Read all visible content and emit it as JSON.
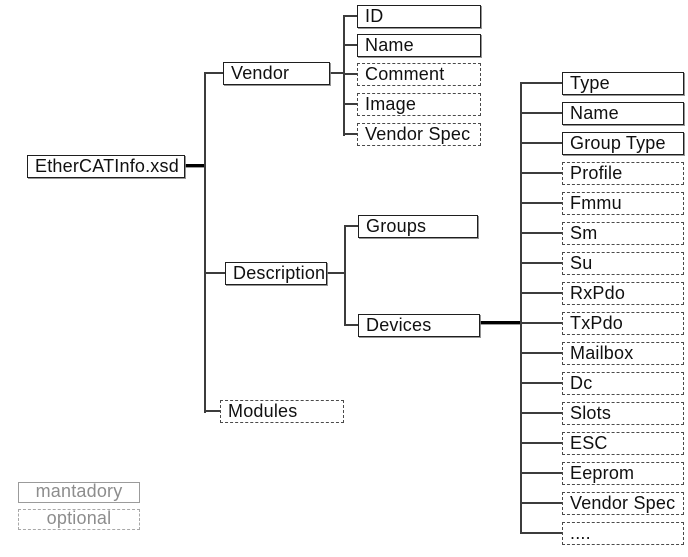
{
  "tree": {
    "root": {
      "label": "EtherCATInfo.xsd",
      "optional": false
    },
    "children": [
      {
        "label": "Vendor",
        "optional": false,
        "children": [
          {
            "label": "ID",
            "optional": false
          },
          {
            "label": "Name",
            "optional": false
          },
          {
            "label": "Comment",
            "optional": true
          },
          {
            "label": "Image",
            "optional": true
          },
          {
            "label": "Vendor Spec",
            "optional": true
          }
        ]
      },
      {
        "label": "Description",
        "optional": false,
        "children": [
          {
            "label": "Groups",
            "optional": false
          },
          {
            "label": "Devices",
            "optional": false,
            "children": [
              {
                "label": "Type",
                "optional": false
              },
              {
                "label": "Name",
                "optional": false
              },
              {
                "label": "Group Type",
                "optional": false
              },
              {
                "label": "Profile",
                "optional": true
              },
              {
                "label": "Fmmu",
                "optional": true
              },
              {
                "label": "Sm",
                "optional": true
              },
              {
                "label": "Su",
                "optional": true
              },
              {
                "label": "RxPdo",
                "optional": true
              },
              {
                "label": "TxPdo",
                "optional": true
              },
              {
                "label": "Mailbox",
                "optional": true
              },
              {
                "label": "Dc",
                "optional": true
              },
              {
                "label": "Slots",
                "optional": true
              },
              {
                "label": "ESC",
                "optional": true
              },
              {
                "label": "Eeprom",
                "optional": true
              },
              {
                "label": "Vendor Spec",
                "optional": true
              },
              {
                "label": "....",
                "optional": true
              }
            ]
          }
        ]
      },
      {
        "label": "Modules",
        "optional": true
      }
    ]
  },
  "legend": {
    "mandatory_label": "mantadory",
    "optional_label": "optional"
  },
  "colors": {
    "mandatory_border": "#1f1f1f",
    "optional_border": "#4a4a4a",
    "connector": "#3c3c3c",
    "legend_gray": "#8d8d8d",
    "background": "#ffffff"
  }
}
